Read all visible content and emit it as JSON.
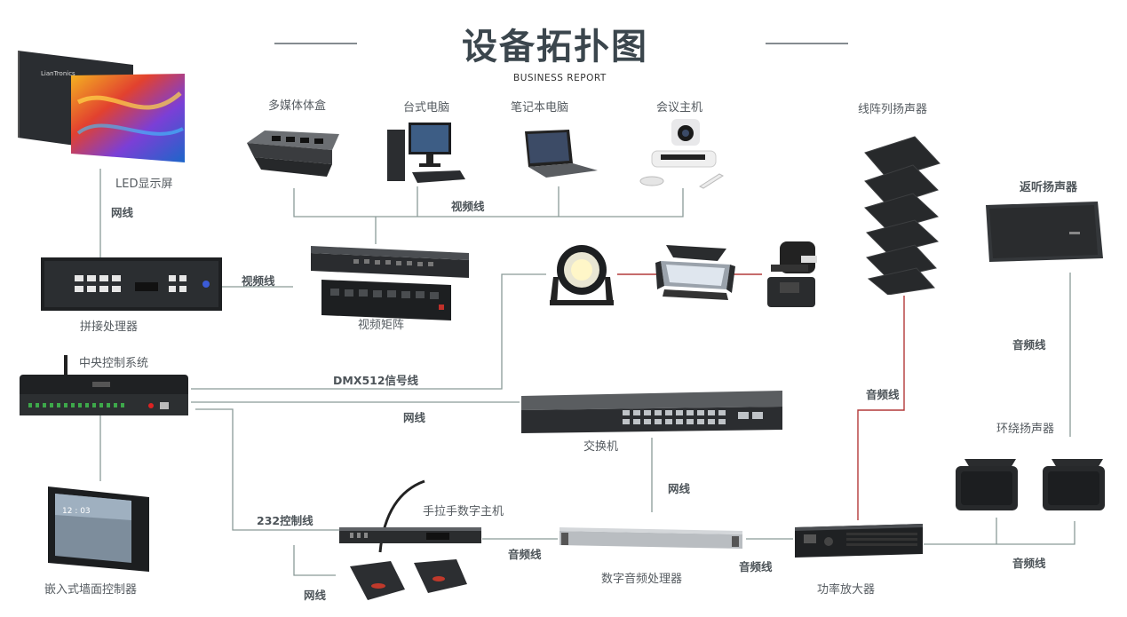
{
  "header": {
    "title": "设备拓扑图",
    "subtitle": "BUSINESS REPORT"
  },
  "devices": {
    "led_screen": "LED显示屏",
    "multimedia_box": "多媒体体盒",
    "desktop_pc": "台式电脑",
    "laptop": "笔记本电脑",
    "conference_host": "会议主机",
    "line_array_speaker": "线阵列扬声器",
    "monitor_speaker": "返听扬声器",
    "splice_processor": "拼接处理器",
    "video_matrix": "视频矩阵",
    "central_control": "中央控制系统",
    "switch": "交换机",
    "surround_speaker": "环绕扬声器",
    "wall_controller": "嵌入式墙面控制器",
    "handheld_host": "手拉手数字主机",
    "dsp": "数字音频处理器",
    "amplifier": "功率放大器",
    "led_brand": "LianTronics"
  },
  "cables": {
    "net_led": "网线",
    "video_top": "视频线",
    "video_splice": "视频线",
    "dmx": "DMX512信号线",
    "net_switch": "网线",
    "audio_line_array": "音频线",
    "audio_monitor": "音频线",
    "net_dsp": "网线",
    "rs232": "232控制线",
    "audio_host_dsp": "音频线",
    "audio_dsp_amp": "音频线",
    "audio_amp_surround": "音频线",
    "net_bottom": "网线"
  },
  "colors": {
    "line_gray": "#7a8a8a",
    "line_red": "#b33a3a",
    "title": "#3b464d"
  }
}
